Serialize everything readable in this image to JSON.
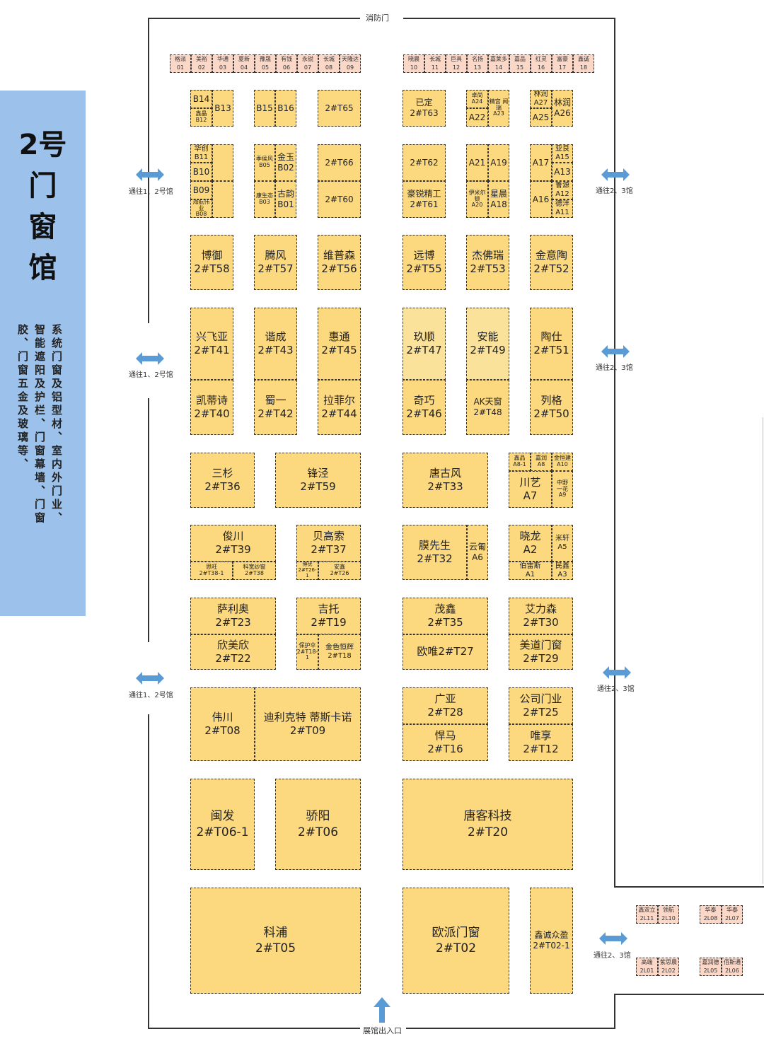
{
  "hall": {
    "title_lines": [
      "2号",
      "门",
      "窗",
      "馆"
    ],
    "desc_col1": "系统门窗及铝型材、室内外门业、",
    "desc_col2": "智能遮阳及护栏、门窗幕墙、门窗",
    "desc_col3": "胶、门窗五金及玻璃等、"
  },
  "labels": {
    "fire_door": "消防门",
    "exit": "展馆出入口",
    "to12": "通往1、2号馆",
    "to23": "通往2、3馆"
  },
  "colors": {
    "booth": "#fcd87f",
    "small_booth": "#fbd7c8",
    "sidebar": "#9cc1ea",
    "arrow": "#5b9bd5"
  },
  "top_left_booths": [
    [
      "格派",
      "01"
    ],
    [
      "美裕",
      "02"
    ],
    [
      "华通",
      "03"
    ],
    [
      "夏新",
      "04"
    ],
    [
      "豫晟",
      "05"
    ],
    [
      "有钱",
      "06"
    ],
    [
      "永锐",
      "07"
    ],
    [
      "长城",
      "08"
    ],
    [
      "天隆达",
      "09"
    ]
  ],
  "top_right_booths": [
    [
      "晓晨",
      "10"
    ],
    [
      "长城",
      "11"
    ],
    [
      "巨具",
      "12"
    ],
    [
      "名扬",
      "13"
    ],
    [
      "嘉莱多",
      "14"
    ],
    [
      "嘉品",
      "15"
    ],
    [
      "红灵",
      "16"
    ],
    [
      "富豪",
      "17"
    ],
    [
      "鑫诚",
      "18"
    ]
  ],
  "b": {
    "b14": "B14",
    "b13": "B13",
    "b12": "鑫晶\nB12",
    "b15": "B15",
    "b16": "B16",
    "t65": "2#T65",
    "t63": "已定\n2#T63",
    "a24": "卓尚\nA24",
    "a22": "A22",
    "a23": "精宫 闻\n瑞\nA23",
    "a27": "林润\nA27",
    "a25": "A25",
    "a26": "林润\nA26",
    "b11": "华创\nB11",
    "b10": "B10",
    "b09": "B09",
    "b08": "海航伟\n业\nB08",
    "b05": "季侯风\nB05",
    "b02": "金玉\nB02",
    "b03": "康生态\nB03",
    "b01": "古韵\nB01",
    "t66": "2#T66",
    "t60": "2#T60",
    "t62": "2#T62",
    "t61": "豪锐精工\n2#T61",
    "a21": "A21",
    "a19": "A19",
    "a20": "伊米尔\n顿\nA20",
    "a18": "星晨\nA18",
    "a17": "A17",
    "a15": "亚良\nA15",
    "a13": "A13",
    "a16": "A16",
    "a12": "鲁源\nA12",
    "a11": "德沣\nA11",
    "t58": "博御\n2#T58",
    "t57": "腾风\n2#T57",
    "t56": "维普森\n2#T56",
    "t55": "远博\n2#T55",
    "t53": "杰佛瑞\n2#T53",
    "t52": "金意陶\n2#T52",
    "t41": "兴飞亚\n2#T41",
    "t43": "谐成\n2#T43",
    "t45": "惠通\n2#T45",
    "t47": "玖顺\n2#T47",
    "t49": "安能\n2#T49",
    "t51": "陶仕\n2#T51",
    "t40": "凯蒂诗\n2#T40",
    "t42": "蜀一\n2#T42",
    "t44": "拉菲尔\n2#T44",
    "t46": "奇巧\n2#T46",
    "t48": "AK天窗\n2#T48",
    "t50": "列格\n2#T50",
    "t36": "三杉\n2#T36",
    "t59": "锋泾\n2#T59",
    "t33": "唐古风\n2#T33",
    "a8_1": "鑫品\nA8-1",
    "a8": "嘉润\nA8",
    "a10": "金恒建\nA10",
    "a7": "川艺\nA7",
    "a9": "中野\n一花\nA9",
    "t39": "俊川\n2#T39",
    "t38_1": "思旺\n2#T38-1",
    "t38": "科宽纱窗\n2#T38",
    "t37": "贝高索\n2#T37",
    "t26_1": "博优\n2#T26-1",
    "t26": "安鑫\n2#T26",
    "t32": "膜先生\n2#T32",
    "a6": "云匍\nA6",
    "a2": "晓龙\nA2",
    "a5": "米轩\nA5",
    "a1": "伯雷斯\nA1",
    "a3": "民鑫\nA3",
    "t23": "萨利奥\n2#T23",
    "t22": "欣美欣\n2#T22",
    "t19": "吉托\n2#T19",
    "t18_1": "保护伞\n2#T18-\n1",
    "t18": "金色恒辉\n2#T18",
    "t35": "茂鑫\n2#T35",
    "t27": "欧唯2#T27",
    "t30": "艾力森\n2#T30",
    "t29": "美道门窗\n2#T29",
    "t08": "伟川\n2#T08",
    "t09": "迪利克特 蒂斯卡诺\n2#T09",
    "t28": "广亚\n2#T28",
    "t16": "悍马\n2#T16",
    "t25": "公司门业\n2#T25",
    "t12": "唯享\n2#T12",
    "t06_1": "闽发\n2#T06-1",
    "t06": "骄阳\n2#T06",
    "t20": "唐客科技\n2#T20",
    "t05": "科浦\n2#T05",
    "t02": "欧派门窗\n2#T02",
    "t02_1": "鑫诚众盈\n2#T02-1"
  },
  "side_booths": {
    "l11": "鑫双立\n2L11",
    "l10": "领航\n2L10",
    "l08": "华泰\n2L08",
    "l07": "华泰\n2L07",
    "l01": "高端\n2L01",
    "l02": "紫思晨\n2L02",
    "l05": "嘉润德\n2L05",
    "l06": "佰斯通\n2L06"
  }
}
